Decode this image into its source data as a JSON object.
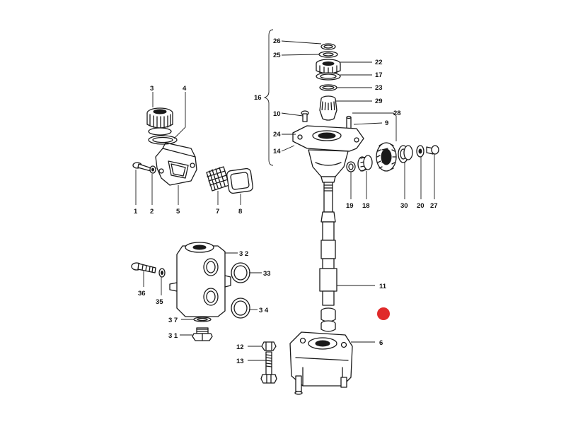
{
  "labels": {
    "p1": "1",
    "p2": "2",
    "p3": "3",
    "p4": "4",
    "p5": "5",
    "p6": "6",
    "p7": "7",
    "p8": "8",
    "p9": "9",
    "p10": "10",
    "p11": "11",
    "p12": "12",
    "p13": "13",
    "p14": "14",
    "p16": "16",
    "p17": "17",
    "p18": "18",
    "p19": "19",
    "p20": "20",
    "p22": "22",
    "p23": "23",
    "p24": "24",
    "p25": "25",
    "p26": "26",
    "p27": "27",
    "p28": "28",
    "p29": "29",
    "p30": "30",
    "p31": "3 1",
    "p32": "3 2",
    "p33": "33",
    "p34": "3 4",
    "p35": "35",
    "p36": "36",
    "p37": "3 7"
  },
  "colors": {
    "ink": "#1a1a1a",
    "marker": "#e02a2a",
    "background": "#ffffff"
  }
}
